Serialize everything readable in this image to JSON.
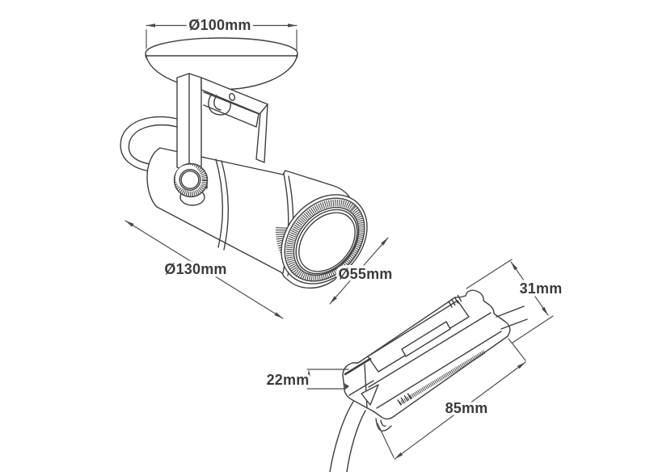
{
  "diagram": {
    "type": "technical-drawing",
    "labels": {
      "canopy_diameter": "Ø100mm",
      "body_length": "Ø130mm",
      "lens_diameter": "Ø55mm",
      "driver_height": "31mm",
      "driver_depth": "22mm",
      "driver_length": "85mm"
    },
    "colors": {
      "line": "#3f3f3f",
      "dimension": "#4a4a4a",
      "text": "#3b3b3b",
      "background": "#ffffff"
    }
  }
}
